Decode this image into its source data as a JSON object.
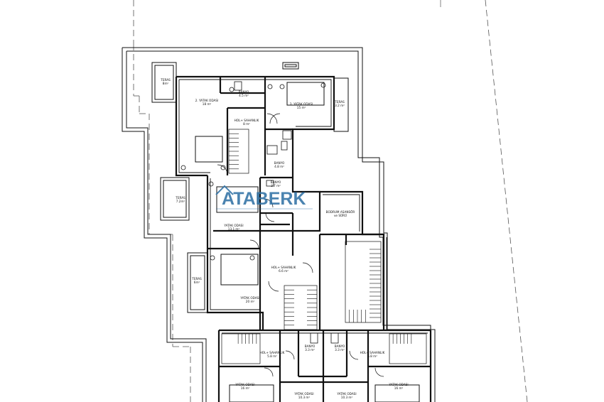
{
  "watermark": {
    "text": "ATABERK",
    "color": "#2b6ea3"
  },
  "colors": {
    "wall": "#111111",
    "dashed": "#444444",
    "paper": "#ffffff"
  },
  "rooms": {
    "teras_top_left": {
      "name": "TERAS",
      "area": "8m²"
    },
    "bedroom_2": {
      "name": "2. YATAK ODASI",
      "area": "18 m²"
    },
    "banyo_top": {
      "name": "BANYO",
      "area": "4.5 m²"
    },
    "bedroom_3": {
      "name": "3. YATAK ODASI",
      "area": "15 m²"
    },
    "teras_top_right": {
      "name": "TERAS",
      "area": "3.2 m²"
    },
    "hol_top": {
      "name": "HOL+ SAHANLIK",
      "area": "8 m²"
    },
    "banyo_mid": {
      "name": "BANYO",
      "area": "4.8 m²"
    },
    "teras_mid_left": {
      "name": "TERAS",
      "area": "7.2m²"
    },
    "banyo_center": {
      "name": "BANYO",
      "area": "3.7 m²"
    },
    "bedroom_mid": {
      "name": "YATAK ODASI",
      "area": "13.1 m²"
    },
    "bodrum_asansor": {
      "name": "BODRUM ASANSÖR",
      "area": "ve SÜRÜ"
    },
    "teras_low_left": {
      "name": "TERAS",
      "area": "6m²"
    },
    "hol_mid": {
      "name": "HOL+ SAHANLIK",
      "area": "6.6 m²"
    },
    "bedroom_low": {
      "name": "YATAK ODASI",
      "area": "20 m²"
    },
    "hol_bottom_left": {
      "name": "HOL+ SAHANLIK",
      "area": "5.8 m²"
    },
    "banyo_bottom_left": {
      "name": "BANYO",
      "area": "3.3 m²"
    },
    "banyo_bottom_right": {
      "name": "BANYO",
      "area": "3.3 m²"
    },
    "hol_bottom_right": {
      "name": "HOL+ SAHANLIK",
      "area": "5.8 m²"
    },
    "bedroom_bottom_left": {
      "name": "YATAK ODASI",
      "area": "16 m²"
    },
    "bedroom_bottom_right": {
      "name": "YATAK ODASI",
      "area": "16 m²"
    },
    "room_bottom_c1": {
      "name": "YATAK ODASI",
      "area": "10.3 m²"
    },
    "room_bottom_c2": {
      "name": "YATAK ODASI",
      "area": "10.3 m²"
    }
  }
}
